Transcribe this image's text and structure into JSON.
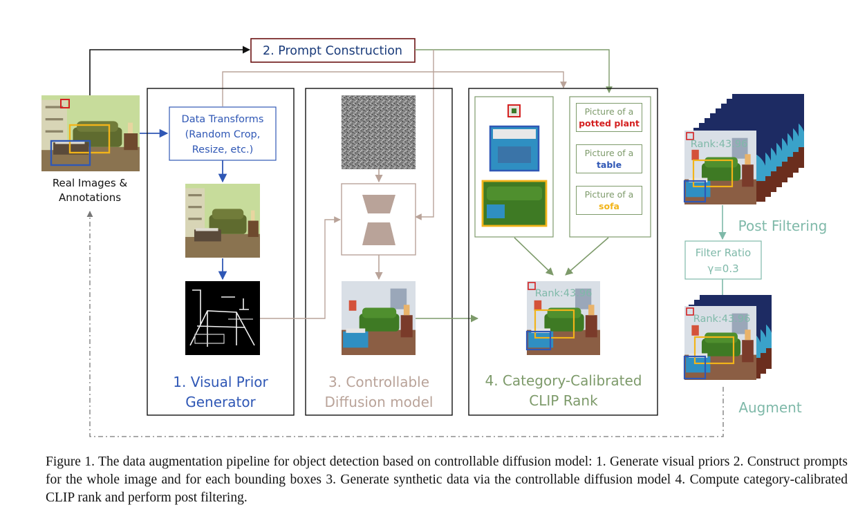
{
  "figure": {
    "prompt_construction": "2. Prompt Construction",
    "input": {
      "label_line1": "Real Images &",
      "label_line2": "Annotations"
    },
    "visual_prior_generator": {
      "transforms_line1": "Data Transforms",
      "transforms_line2": "(Random Crop,",
      "transforms_line3": "Resize, etc.)",
      "title_line1": "1. Visual Prior",
      "title_line2": "Generator"
    },
    "controllable_diffusion": {
      "title_line1": "3. Controllable",
      "title_line2": "Diffusion model"
    },
    "clip_rank": {
      "prompts": [
        {
          "prefix": "Picture of a",
          "category": "potted plant",
          "color": "#d42020"
        },
        {
          "prefix": "Picture of a",
          "category": "table",
          "color": "#2f57b5"
        },
        {
          "prefix": "Picture of a",
          "category": "sofa",
          "color": "#f2b419"
        }
      ],
      "rank_label": "Rank:43.96",
      "title_line1": "4. Category-Calibrated",
      "title_line2": "CLIP Rank"
    },
    "post_filtering": {
      "rank_label_top": "Rank:43.96",
      "title": "Post Filtering",
      "filter_ratio_line1": "Filter Ratio",
      "filter_ratio_line2": "γ=0.3",
      "rank_label_bottom": "Rank:43.96",
      "augment": "Augment"
    },
    "colors": {
      "blue": "#2f57b5",
      "beige": "#b9a399",
      "green": "#7d9a6a",
      "teal": "#7fb9a9",
      "red": "#d42020",
      "yellow": "#f2b419"
    }
  },
  "caption": "Figure 1. The data augmentation pipeline for object detection based on controllable diffusion model: 1. Generate visual priors 2. Construct prompts for the whole image and for each bounding boxes 3. Generate synthetic data via the controllable diffusion model 4. Compute category-calibrated CLIP rank and perform post filtering."
}
